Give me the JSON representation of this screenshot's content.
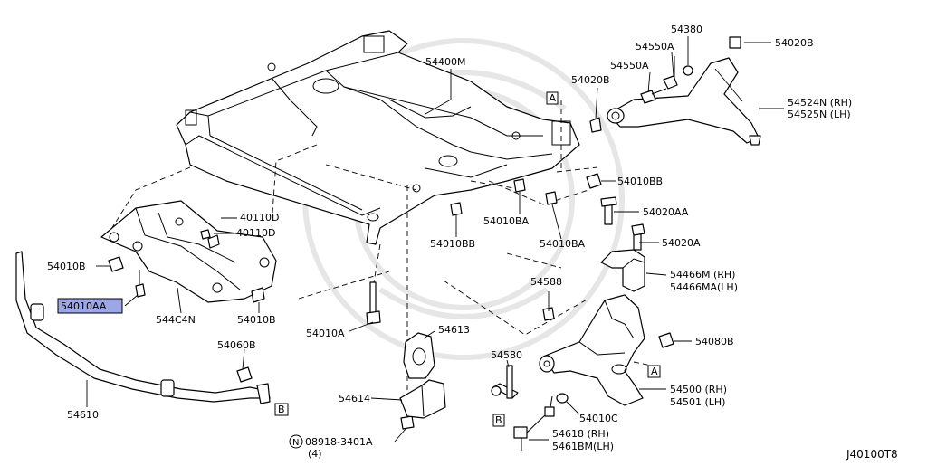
{
  "diagram_code": "J40100T8",
  "callouts": {
    "c54400M": "54400M",
    "c54380": "54380",
    "c54550A_1": "54550A",
    "c54550A_2": "54550A",
    "c54020B_top": "54020B",
    "c54020B_mid": "54020B",
    "c54524N": "54524N (RH)",
    "c54525N": "54525N (LH)",
    "c54010BB_r": "54010BB",
    "c40110D_1": "40110D",
    "c40110D_2": "40110D",
    "c54010BA_1": "54010BA",
    "c54010BB_c": "54010BB",
    "c54010BA_2": "54010BA",
    "c54020AA": "54020AA",
    "c54020A": "54020A",
    "c54010B_l": "54010B",
    "c54010AA": "54010AA",
    "c544C4N": "544C4N",
    "c54010B_c": "54010B",
    "c54466M": "54466M (RH)",
    "c54466MA": "54466MA(LH)",
    "c54588": "54588",
    "c54010A": "54010A",
    "c54613": "54613",
    "c54060B": "54060B",
    "c54080B": "54080B",
    "c54580": "54580",
    "c54610": "54610",
    "c54614": "54614",
    "c54500": "54500 (RH)",
    "c54501": "54501 (LH)",
    "c54010C": "54010C",
    "c08918": "08918-3401A",
    "c08918_qty": "(4)",
    "c54618": "54618 (RH)",
    "c5461BM": "5461BM(LH)",
    "ref_A": "A",
    "ref_B": "B",
    "nut_symbol": "N"
  },
  "colors": {
    "highlight": "#9da6e6",
    "line": "#000000",
    "watermark": "#e6e6e6"
  }
}
